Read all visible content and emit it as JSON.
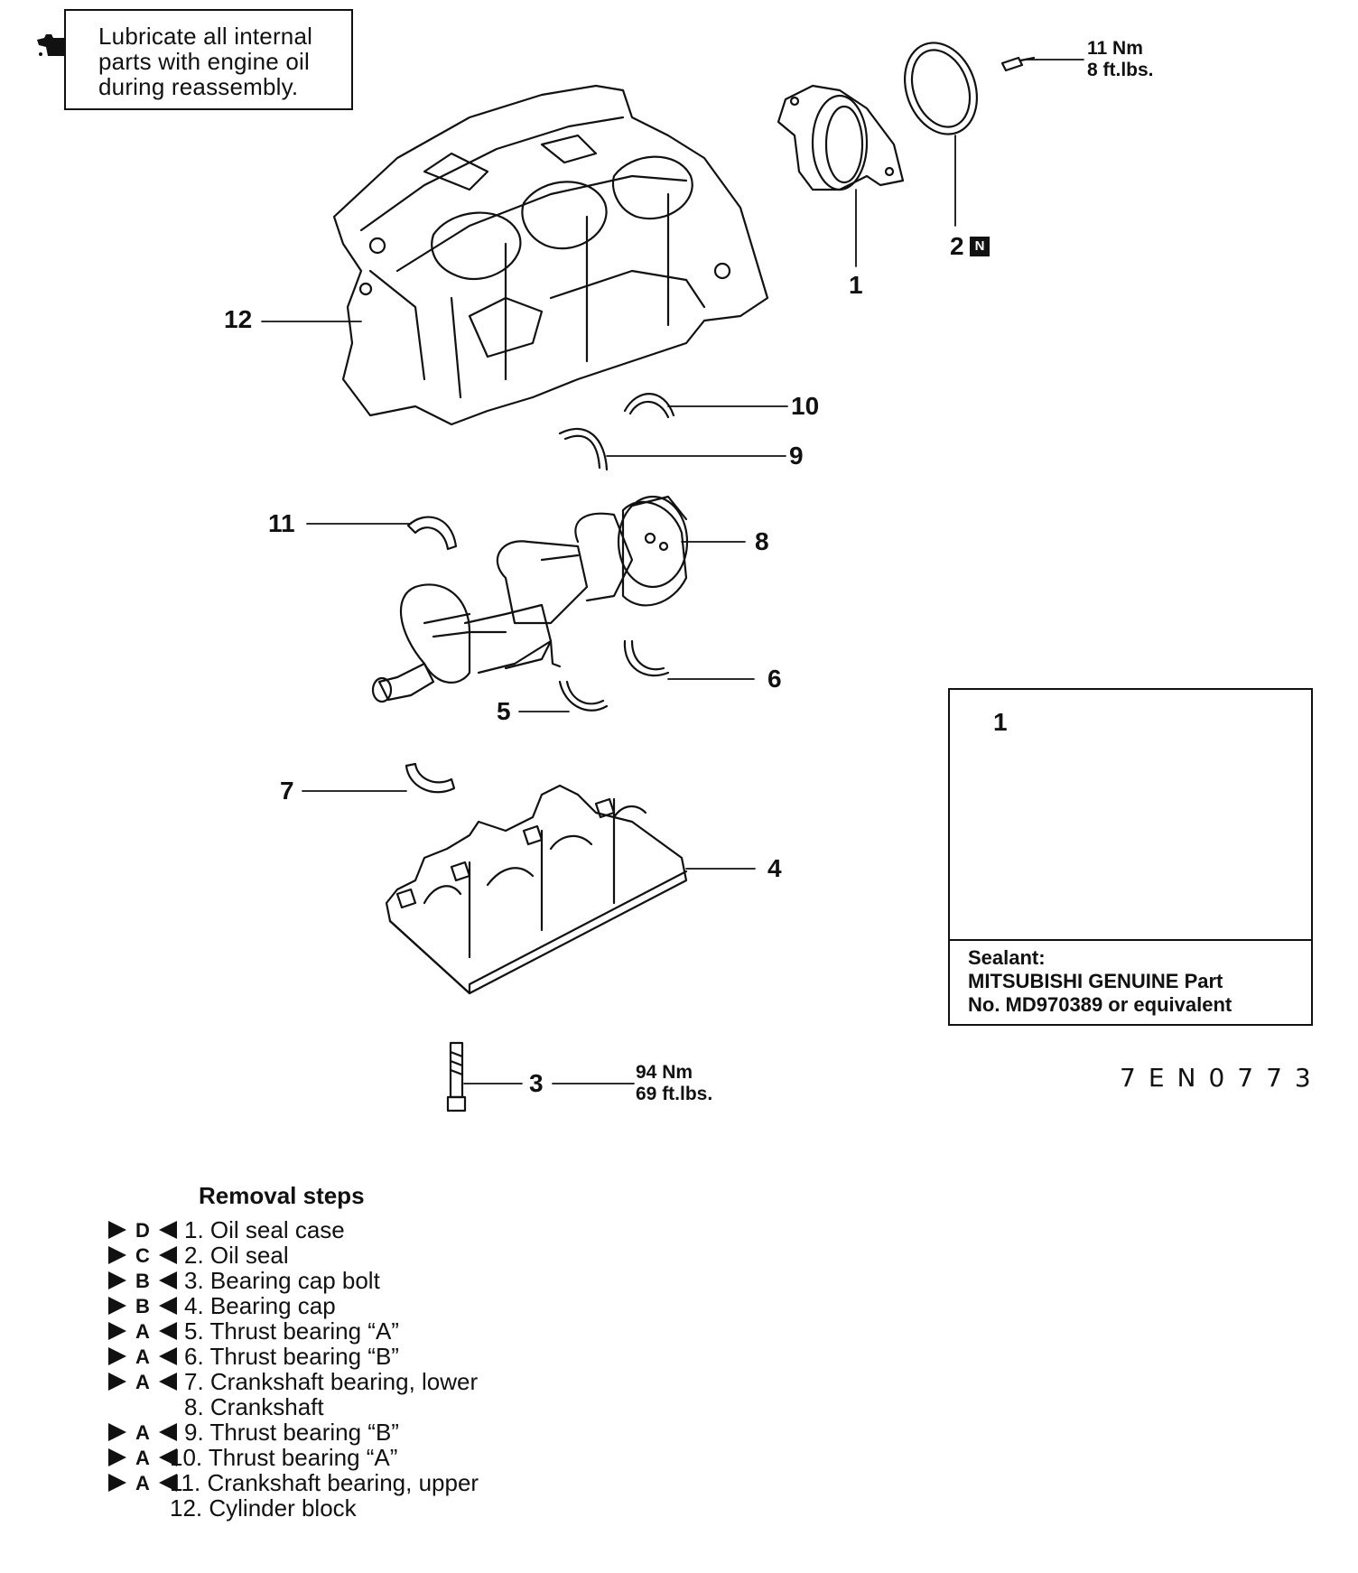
{
  "note": {
    "lines": [
      "Lubricate all internal",
      "parts with engine oil",
      "during reassembly."
    ],
    "icon": "oil-can-icon"
  },
  "torque_top": {
    "line1": "11 Nm",
    "line2": "8 ft.lbs."
  },
  "torque_bolt": {
    "line1": "94 Nm",
    "line2": "69 ft.lbs."
  },
  "callouts": {
    "c1": "1",
    "c2": "2",
    "c3": "3",
    "c4": "4",
    "c5": "5",
    "c6": "6",
    "c7": "7",
    "c8": "8",
    "c9": "9",
    "c10": "10",
    "c11": "11",
    "c12": "12",
    "inset_1": "1",
    "new_part_badge": "N"
  },
  "inset": {
    "sealant_lines": [
      "Sealant:",
      "MITSUBISHI GENUINE Part",
      "No. MD970389 or equivalent"
    ],
    "icon": "sealant-tube-icon"
  },
  "figure_code": "7EN0773",
  "removal": {
    "title": "Removal steps",
    "steps": [
      {
        "mark": "D",
        "text": "1. Oil seal case"
      },
      {
        "mark": "C",
        "text": "2. Oil seal"
      },
      {
        "mark": "B",
        "text": "3. Bearing cap bolt"
      },
      {
        "mark": "B",
        "text": "4. Bearing cap"
      },
      {
        "mark": "A",
        "text": "5. Thrust bearing “A”"
      },
      {
        "mark": "A",
        "text": "6. Thrust bearing “B”"
      },
      {
        "mark": "A",
        "text": "7. Crankshaft bearing, lower"
      },
      {
        "mark": "",
        "text": "8. Crankshaft"
      },
      {
        "mark": "A",
        "text": "9. Thrust bearing “B”"
      },
      {
        "mark": "A",
        "text": "10. Thrust bearing “A”"
      },
      {
        "mark": "A",
        "text": "11. Crankshaft bearing, upper"
      },
      {
        "mark": "",
        "text": "12. Cylinder block"
      }
    ]
  }
}
